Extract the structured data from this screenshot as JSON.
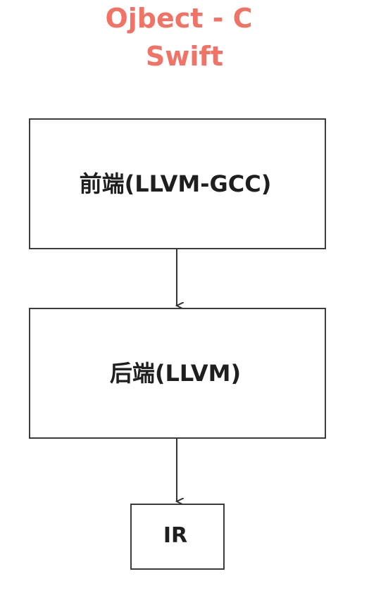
{
  "languages": [
    "Ojbect - C",
    "Swift"
  ],
  "language_color": "#f07366",
  "nodes": {
    "frontend": "前端(LLVM-GCC)",
    "backend": "后端(LLVM)",
    "ir": "IR"
  },
  "edges": [
    {
      "from": "frontend",
      "to": "backend"
    },
    {
      "from": "backend",
      "to": "ir"
    }
  ]
}
